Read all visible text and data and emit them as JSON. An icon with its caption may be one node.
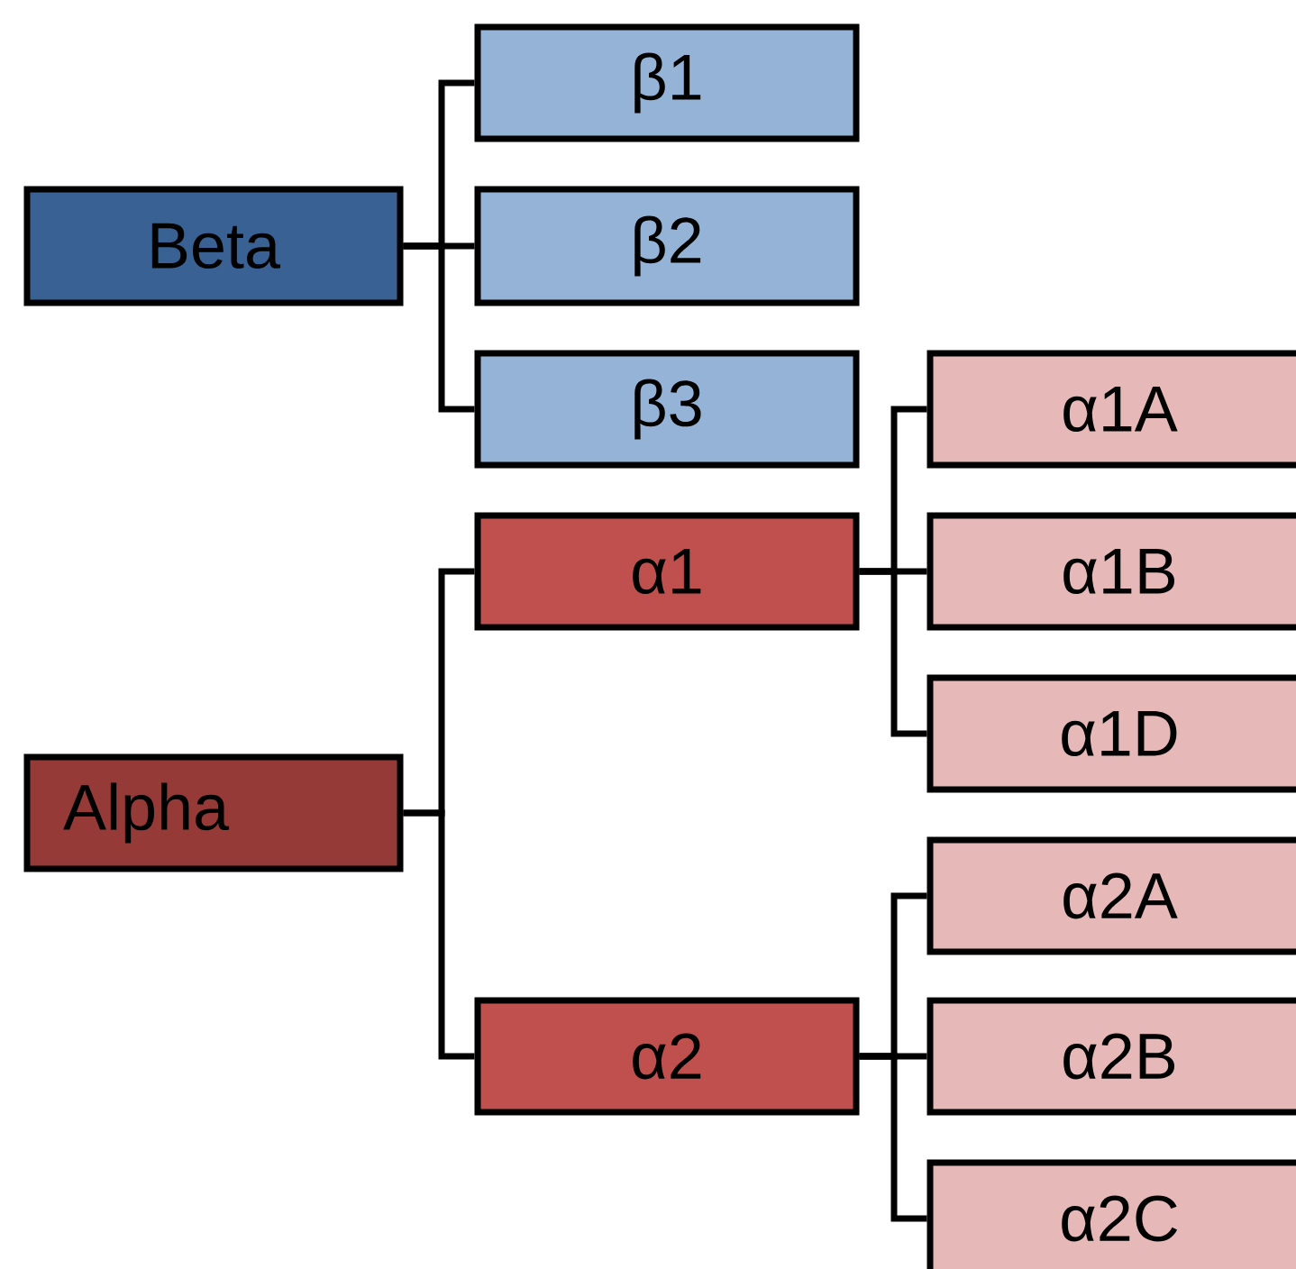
{
  "diagram": {
    "nodes": [
      {
        "text": [
          "Beta"
        ]
      },
      {
        "text": [
          "β1"
        ]
      },
      {
        "text": [
          "β2"
        ]
      },
      {
        "text": [
          "β3"
        ]
      },
      {
        "text": [
          "Alpha"
        ]
      },
      {
        "text": [
          "α1"
        ]
      },
      {
        "text": [
          "α2"
        ]
      },
      {
        "text": [
          "α1A"
        ]
      },
      {
        "text": [
          "α1B"
        ]
      },
      {
        "text": [
          "α1D"
        ]
      },
      {
        "text": [
          "α2A"
        ]
      },
      {
        "text": [
          "α2B"
        ]
      },
      {
        "text": [
          "α2C"
        ]
      }
    ],
    "edges": [
      {
        "from": 0,
        "to": 1,
        "arrow": "none"
      },
      {
        "from": 0,
        "to": 2,
        "arrow": "none"
      },
      {
        "from": 0,
        "to": 3,
        "arrow": "none"
      },
      {
        "from": 4,
        "to": 5,
        "arrow": "none"
      },
      {
        "from": 4,
        "to": 6,
        "arrow": "none"
      },
      {
        "from": 5,
        "to": 7,
        "arrow": "none"
      },
      {
        "from": 5,
        "to": 8,
        "arrow": "none"
      },
      {
        "from": 5,
        "to": 9,
        "arrow": "none"
      },
      {
        "from": 6,
        "to": 10,
        "arrow": "none"
      },
      {
        "from": 6,
        "to": 11,
        "arrow": "none"
      },
      {
        "from": 6,
        "to": 12,
        "arrow": "none"
      }
    ]
  }
}
